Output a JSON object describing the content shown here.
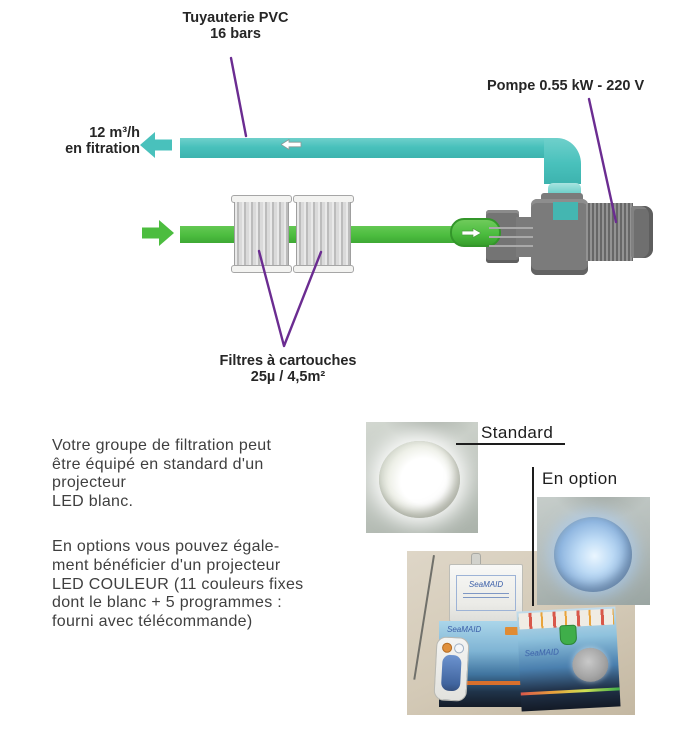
{
  "diagram": {
    "pipe_label": "Tuyauterie PVC\n16 bars",
    "flow_label": "12 m³/h\nen fitration",
    "pump_label": "Pompe 0.55 kW - 220 V",
    "filters_label": "Filtres à cartouches\n25µ / 4,5m²"
  },
  "body": {
    "paragraph1": "Votre groupe de filtration peut\nêtre équipé en standard d'un\nprojecteur\nLED blanc.",
    "paragraph2": "En options vous pouvez égale-\nment bénéficier d'un projecteur\nLED COULEUR (11 couleurs fixes\ndont le blanc + 5 programmes :\nfourni avec télécommande)"
  },
  "photos": {
    "standard_label": "Standard",
    "option_label": "En option",
    "brand": "SeaMAID"
  },
  "colors": {
    "teal": "#49C1BC",
    "green": "#4CBD3F",
    "purple": "#6B2C91",
    "pump_gray": "#7B7B7B",
    "text": "#3F3F3F"
  }
}
